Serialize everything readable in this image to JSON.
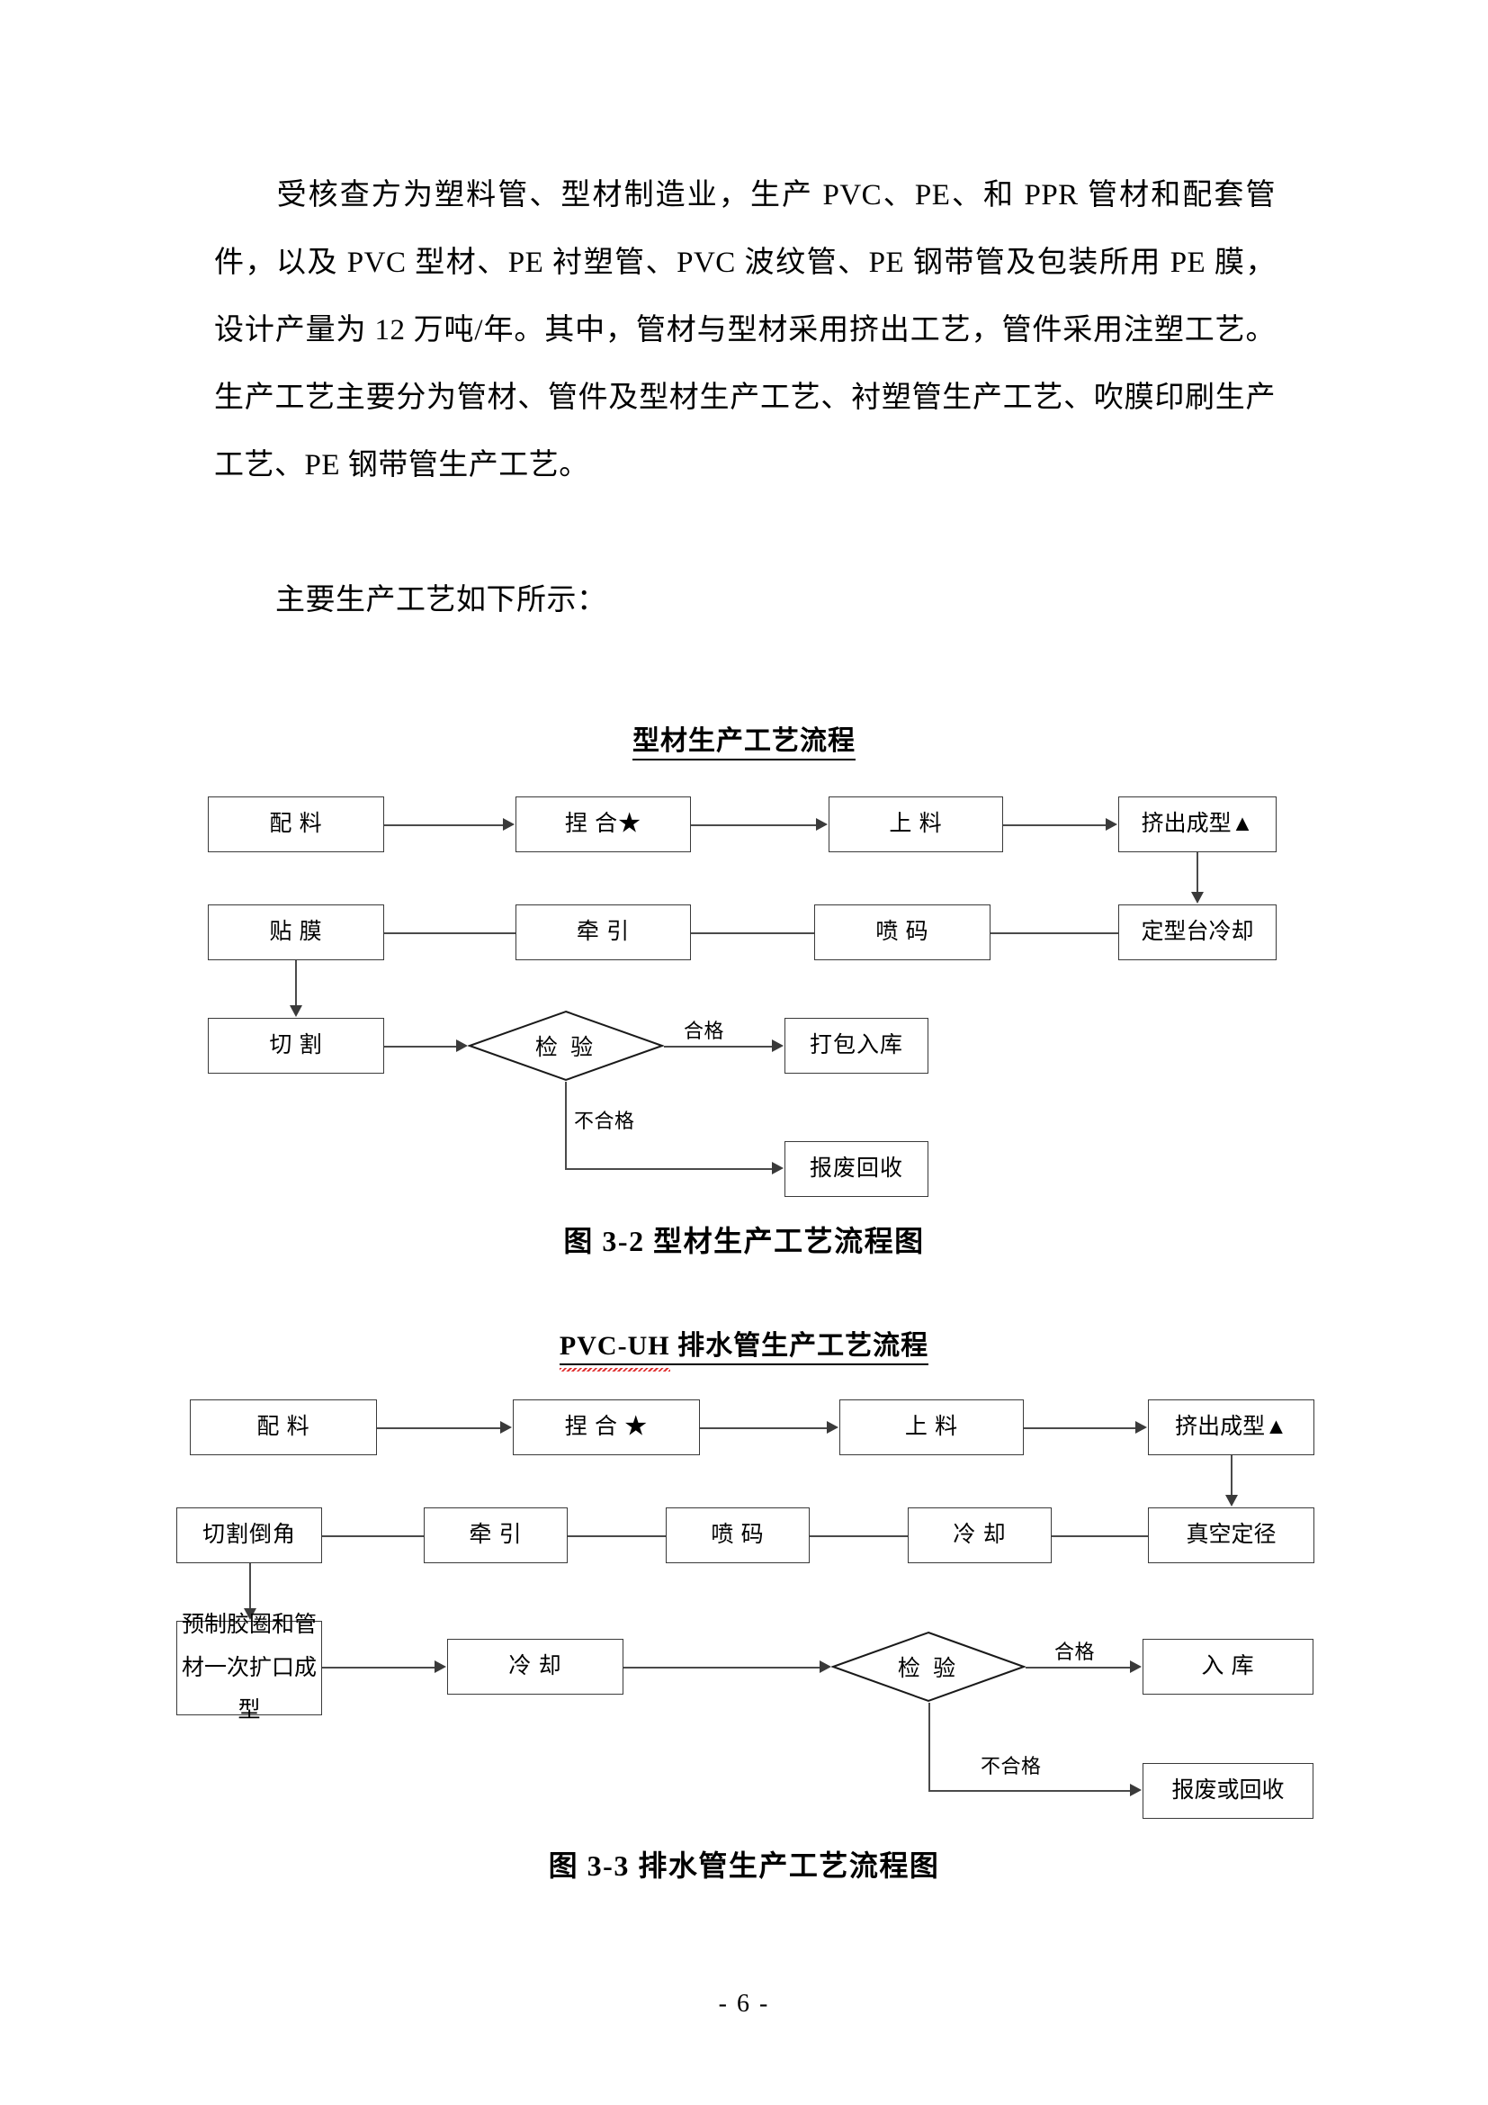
{
  "document": {
    "paragraphs": [
      "受核查方为塑料管、型材制造业，生产 PVC、PE、和 PPR 管材和配套管件，以及 PVC 型材、PE 衬塑管、PVC 波纹管、PE 钢带管及包装所用 PE 膜，设计产量为 12 万吨/年。其中，管材与型材采用挤出工艺，管件采用注塑工艺。生产工艺主要分为管材、管件及型材生产工艺、衬塑管生产工艺、吹膜印刷生产工艺、PE 钢带管生产工艺。",
      "主要生产工艺如下所示："
    ],
    "page_number": "- 6 -"
  },
  "figure1": {
    "heading": "型材生产工艺流程",
    "caption": "图 3-2  型材生产工艺流程图",
    "nodes": {
      "n1": "配  料",
      "n2": "捏 合★",
      "n3": "上  料",
      "n4": "挤出成型▲",
      "n5": "定型台冷却",
      "n6": "喷  码",
      "n7": "牵  引",
      "n8": "贴  膜",
      "n9": "切  割",
      "decision": "检 验",
      "pass": "打包入库",
      "fail": "报废回收"
    },
    "edge_labels": {
      "pass": "合格",
      "fail": "不合格"
    }
  },
  "figure2": {
    "heading_prefix": "PVC-UH",
    "heading_rest": " 排水管生产工艺流程",
    "caption": "图 3-3  排水管生产工艺流程图",
    "nodes": {
      "n1": "配  料",
      "n2": "捏 合 ★",
      "n3": "上  料",
      "n4": "挤出成型▲",
      "n5": "真空定径",
      "n6": "冷  却",
      "n7": "喷  码",
      "n8": "牵  引",
      "n9": "切割倒角",
      "n10_line1": "预制胶圈和管",
      "n10_line2": "材一次扩口成型",
      "n11": "冷  却",
      "decision": "检  验",
      "pass": "入  库",
      "fail": "报废或回收"
    },
    "edge_labels": {
      "pass": "合格",
      "fail": "不合格"
    }
  }
}
